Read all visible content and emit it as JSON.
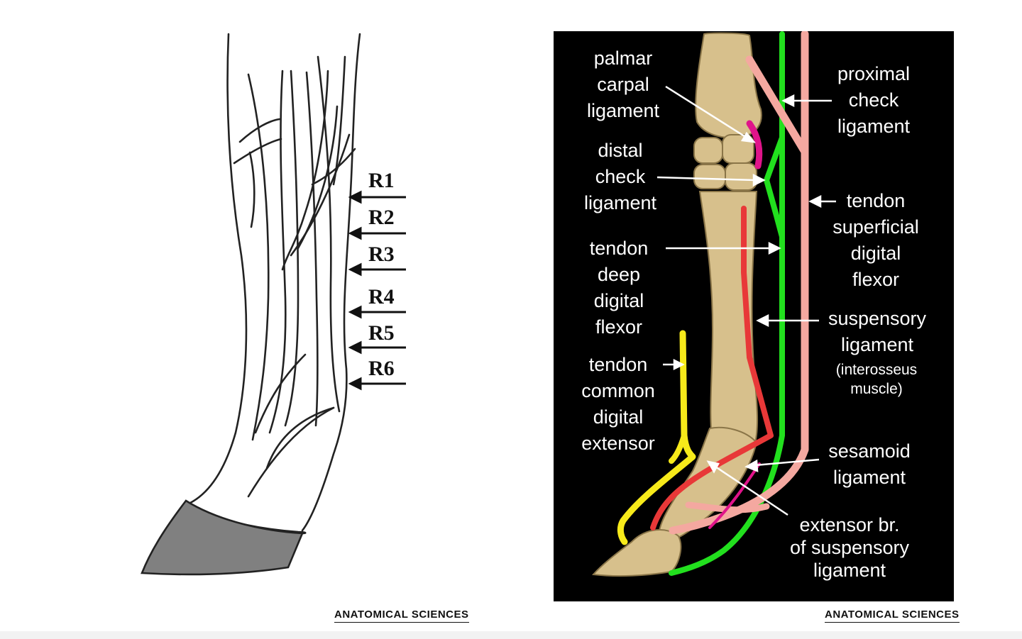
{
  "left_figure": {
    "region_labels": [
      "R1",
      "R2",
      "R3",
      "R4",
      "R5",
      "R6"
    ],
    "hoof_color": "#808080",
    "credit": "ANATOMICAL SCIENCES"
  },
  "right_figure": {
    "background": "#000000",
    "structure_colors": {
      "palmar_carpal_ligament": "#e0148a",
      "deep_digital_flexor": "#e83838",
      "superficial_digital_flexor": "#f4a8a0",
      "suspensory_ligament": "#22e01e",
      "common_digital_extensor": "#f7ea1a"
    },
    "labels": {
      "palmar_carpal": "palmar\ncarpal\nligament",
      "distal_check": "distal\ncheck\nligament",
      "tendon_ddf": "tendon\ndeep\ndigital\nflexor",
      "tendon_cde": "tendon\ncommon\ndigital\nextensor",
      "proximal_check": "proximal\ncheck\nligament",
      "tendon_sdf": "tendon\nsuperficial\ndigital\nflexor",
      "suspensory": "suspensory\nligament",
      "interosseus": "(interosseus\nmuscle)",
      "sesamoid": "sesamoid\nligament",
      "extensor_branch": "extensor br.\nof suspensory\nligament"
    },
    "credit": "ANATOMICAL SCIENCES"
  }
}
